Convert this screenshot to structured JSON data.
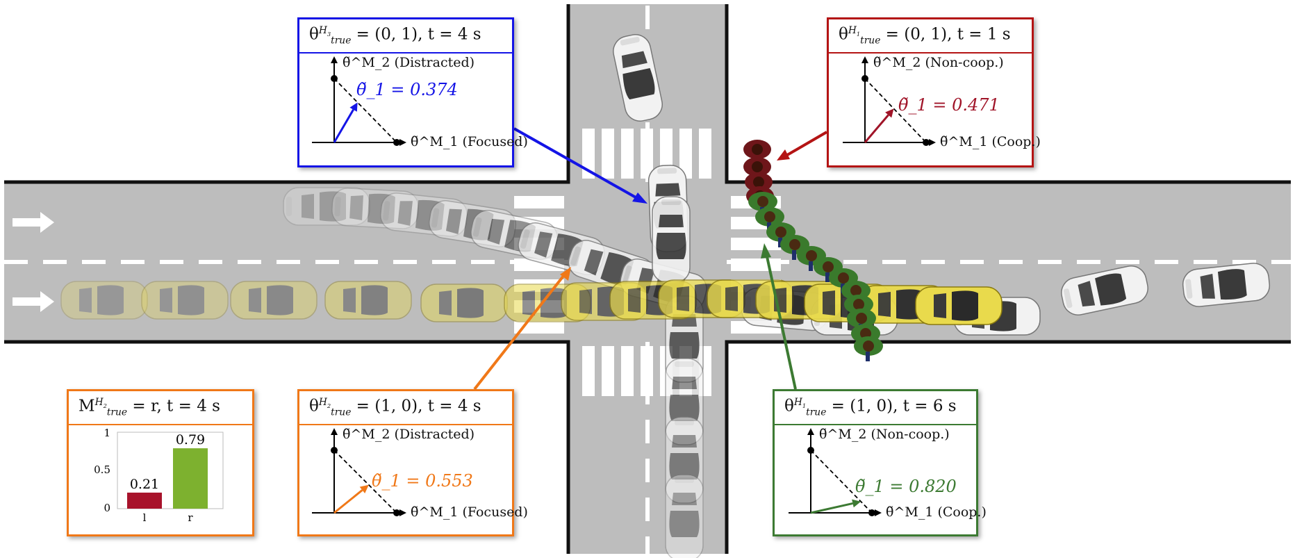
{
  "colors": {
    "road": "#bdbdbd",
    "curb": "#111111",
    "marking": "#ffffff",
    "car_white": "#f4f4f4",
    "car_yellow": "#e8d84a",
    "ped_red": "#7a1a1e",
    "ped_green": "#3e7a2e",
    "blue": "#1414e6",
    "orange": "#f07818",
    "red": "#b41414",
    "green": "#3c7a32",
    "bar_l": "#a8132b",
    "bar_r": "#7db12f"
  },
  "panels": {
    "blue": {
      "title": "θ^{H_3}_{true} = (0, 1),  t = 4 s",
      "y_label": "θ̃^M_2 (Distracted)",
      "x_label": "θ̃^M_1 (Focused)",
      "value": "θ̃_1 = 0.374",
      "theta": 0.374
    },
    "red": {
      "title": "θ^{H_1}_{true} = (0, 1),  t = 1 s",
      "y_label": "θ̃^M_2 (Non-coop.)",
      "x_label": "θ̃^M_1 (Coop.)",
      "value": "θ̃_1 = 0.471",
      "theta": 0.471
    },
    "orange": {
      "title": "θ^{H_2}_{true} = (1, 0),  t = 4 s",
      "y_label": "θ̃^M_2 (Distracted)",
      "x_label": "θ̃^M_1 (Focused)",
      "value": "θ̃_1 = 0.553",
      "theta": 0.553
    },
    "green": {
      "title": "θ^{H_1}_{true} = (1, 0),  t = 6 s",
      "y_label": "θ̃^M_2 (Non-coop.)",
      "x_label": "θ̃^M_1 (Coop.)",
      "value": "θ̃_1 = 0.820",
      "theta": 0.82
    }
  },
  "bar_panel": {
    "title": "M^{H_2}_{true} = r,  t = 4 s",
    "chart_data": {
      "type": "bar",
      "categories": [
        "l",
        "r"
      ],
      "values": [
        0.21,
        0.79
      ],
      "data_labels": [
        "0.21",
        "0.79"
      ],
      "yticks": [
        "0",
        "0.5",
        "1"
      ],
      "ylim": [
        0,
        1
      ]
    }
  }
}
